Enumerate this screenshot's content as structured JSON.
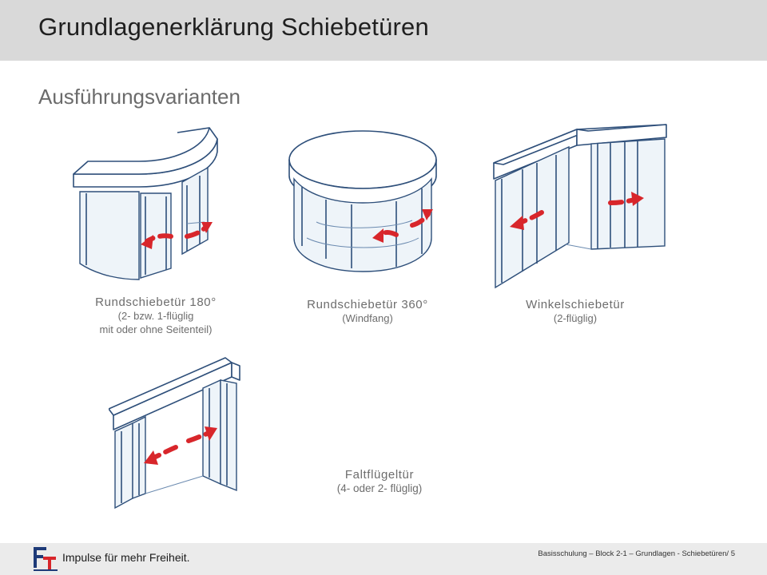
{
  "header": {
    "title": "Grundlagenerklärung Schiebetüren"
  },
  "section": {
    "subtitle": "Ausführungsvarianten"
  },
  "variants": [
    {
      "title": "Rundschiebetür 180°",
      "sub1": "(2- bzw. 1-flüglig",
      "sub2": "mit oder ohne Seitenteil)"
    },
    {
      "title": "Rundschiebetür 360°",
      "sub1": "(Windfang)"
    },
    {
      "title": "Winkelschiebetür",
      "sub1": "(2-flüglig)"
    },
    {
      "title": "Faltflügeltür",
      "sub1": "(4- oder 2- flüglig)"
    }
  ],
  "footer": {
    "slogan": "Impulse für mehr Freiheit.",
    "reference": "Basisschulung – Block 2-1 – Grundlagen - Schiebetüren/ 5"
  },
  "colors": {
    "title_bar": "#d9d9d9",
    "line": "#2e4f7a",
    "arrow": "#d8262b",
    "caption": "#6d6d6d"
  }
}
